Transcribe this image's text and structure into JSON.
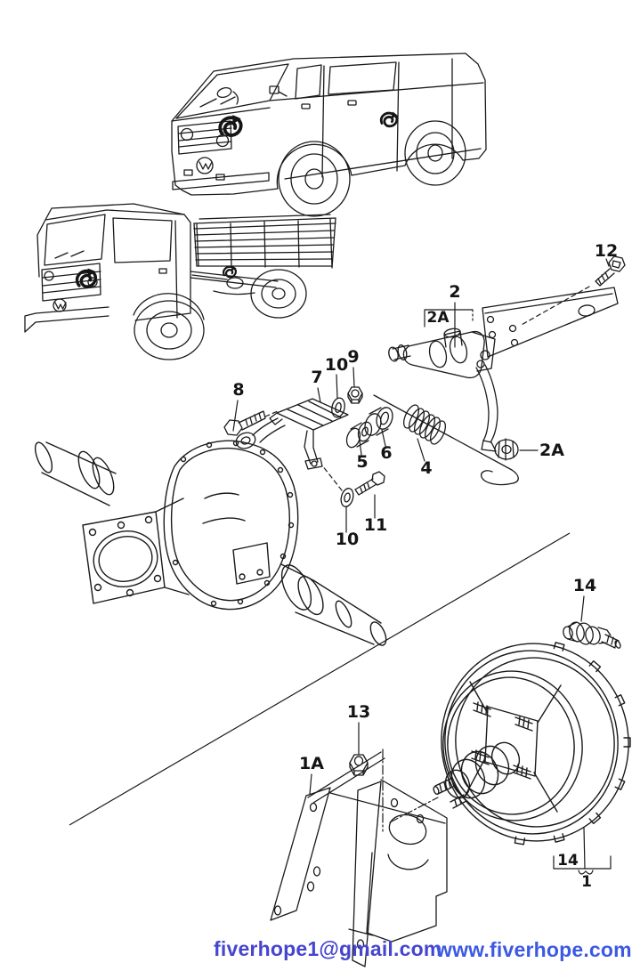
{
  "figures": {
    "van": "panel-van-line-drawing",
    "truck": "flatbed-truck-line-drawing",
    "axle": "rear-axle-differential-drawing",
    "regulator": "brake-pressure-regulator-assembly-drawing",
    "booster": "brake-booster-drum-drawing",
    "bracket": "booster-mounting-bracket-drawing"
  },
  "labels": [
    {
      "text": "12"
    },
    {
      "text": "2"
    },
    {
      "text": "2A"
    },
    {
      "text": "2A"
    },
    {
      "text": "8"
    },
    {
      "text": "7"
    },
    {
      "text": "10"
    },
    {
      "text": "9"
    },
    {
      "text": "5"
    },
    {
      "text": "6"
    },
    {
      "text": "4"
    },
    {
      "text": "10"
    },
    {
      "text": "11"
    },
    {
      "text": "14"
    },
    {
      "text": "13"
    },
    {
      "text": "1A"
    },
    {
      "text": "14"
    },
    {
      "text": "1"
    }
  ],
  "footer": {
    "email": "fiverhope1@gmail.com",
    "website": "www.fiverhope.com",
    "email_color": "#4645cf",
    "website_color": "#3c59e2"
  },
  "colors": {
    "line": "#1a1a1a",
    "background": "#ffffff"
  }
}
